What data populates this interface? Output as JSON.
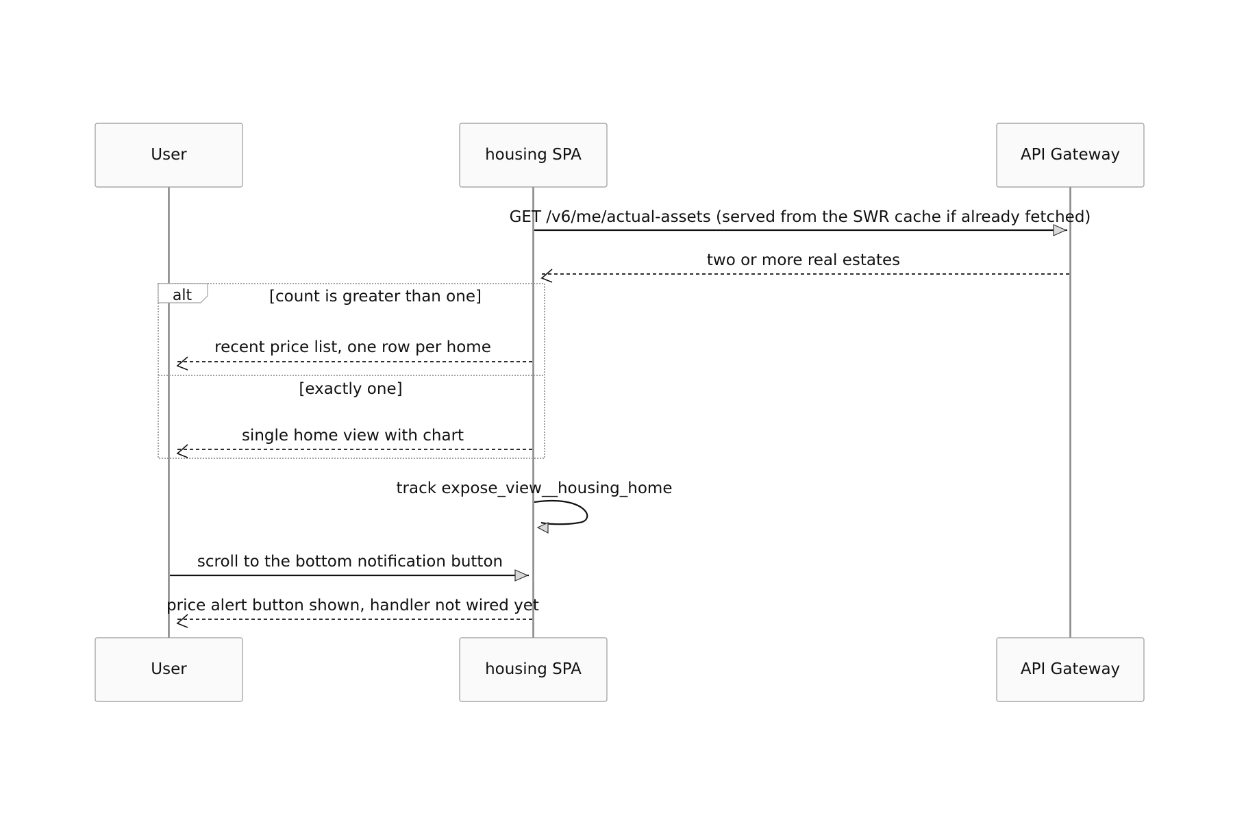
{
  "participants": [
    {
      "id": "user",
      "label": "User"
    },
    {
      "id": "spa",
      "label": "housing SPA"
    },
    {
      "id": "gateway",
      "label": "API Gateway"
    }
  ],
  "messages": [
    {
      "from": "spa",
      "to": "gateway",
      "text": "GET /v6/me/actual-assets (served from the SWR cache if already fetched)",
      "style": "solid"
    },
    {
      "from": "gateway",
      "to": "spa",
      "text": "two or more real estates",
      "style": "dashed"
    },
    {
      "from": "spa",
      "to": "user",
      "text": "recent price list, one row per home",
      "style": "dashed"
    },
    {
      "from": "spa",
      "to": "user",
      "text": "single home view with chart",
      "style": "dashed"
    },
    {
      "from": "spa",
      "to": "spa",
      "text": "track expose_view__housing_home",
      "style": "solid"
    },
    {
      "from": "user",
      "to": "spa",
      "text": "scroll to the bottom notification button",
      "style": "solid"
    },
    {
      "from": "spa",
      "to": "user",
      "text": "price alert button shown, handler not wired yet",
      "style": "dashed"
    }
  ],
  "alt_frame": {
    "kind": "alt",
    "conditions": [
      "[count is greater than one]",
      "[exactly one]"
    ]
  }
}
